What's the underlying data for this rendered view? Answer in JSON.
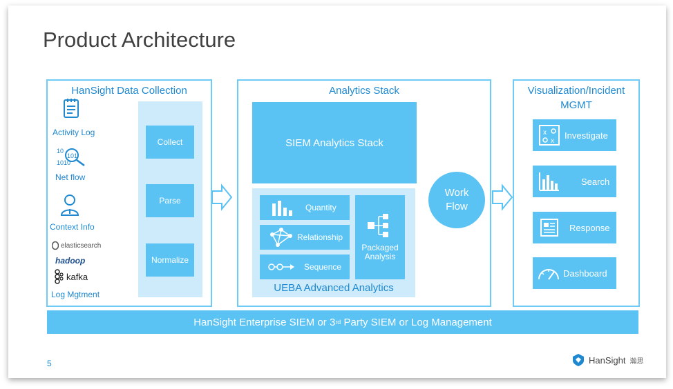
{
  "slide": {
    "title": "Product Architecture",
    "page_number": "5",
    "brand": "HanSight",
    "brand_chinese": "瀚思"
  },
  "collection": {
    "title": "HanSight Data Collection",
    "sources": [
      {
        "label": "Activity Log",
        "icon": "document-list-icon"
      },
      {
        "label": "Net flow",
        "icon": "binary-magnifier-icon"
      },
      {
        "label": "Context Info",
        "icon": "person-icon"
      },
      {
        "label": "Log Mgtment",
        "icon": "log-tools-icon"
      }
    ],
    "logos": [
      "elasticsearch",
      "hadoop",
      "kafka"
    ],
    "steps": [
      "Collect",
      "Parse",
      "Normalize"
    ]
  },
  "analytics": {
    "title": "Analytics Stack",
    "siem": "SIEM Analytics Stack",
    "workflow": "Work Flow",
    "ueba_title": "UEBA Advanced Analytics",
    "ueba_items": [
      {
        "label": "Quantity",
        "icon": "bar-chart-icon"
      },
      {
        "label": "Relationship",
        "icon": "network-graph-icon"
      },
      {
        "label": "Sequence",
        "icon": "sequence-icon"
      }
    ],
    "packaged": "Packaged Analysis"
  },
  "visualization": {
    "title_line1": "Visualization/Incident",
    "title_line2": "MGMT",
    "items": [
      {
        "label": "Investigate",
        "icon": "puzzle-board-icon"
      },
      {
        "label": "Search",
        "icon": "bar-chart-icon"
      },
      {
        "label": "Response",
        "icon": "report-icon"
      },
      {
        "label": "Dashboard",
        "icon": "gauge-icon"
      }
    ]
  },
  "bottom_bar": {
    "prefix": "HanSight Enterprise SIEM or 3",
    "superscript": "rd",
    "suffix": " Party SIEM or Log Management"
  }
}
